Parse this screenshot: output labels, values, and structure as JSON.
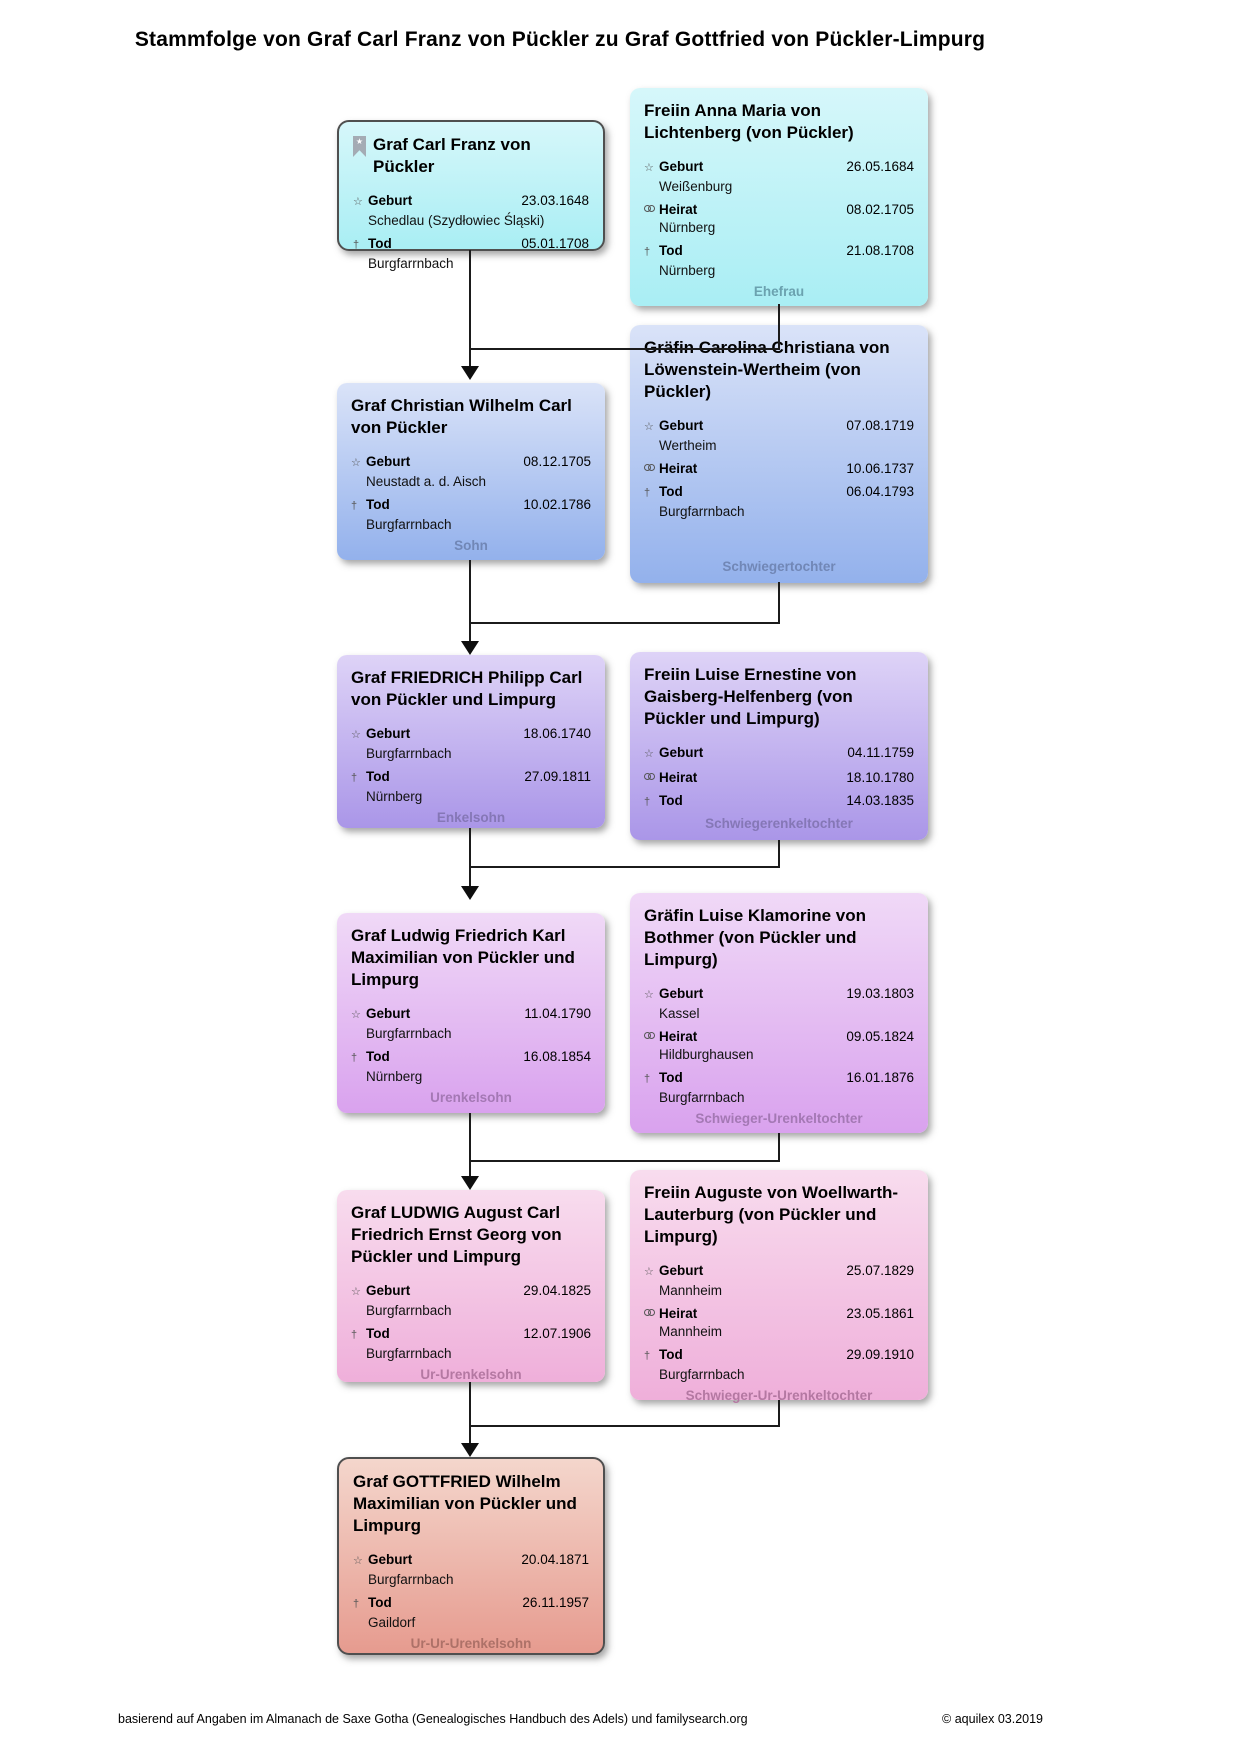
{
  "title": "Stammfolge von Graf Carl Franz von Pückler zu Graf Gottfried von Pückler-Limpurg",
  "labels": {
    "geburt": "Geburt",
    "heirat": "Heirat",
    "tod": "Tod"
  },
  "icons": {
    "geburt_star": "☆",
    "tod_cross": "†",
    "bookmark_star": "★"
  },
  "colors": {
    "gen1": {
      "top": "#d6f7fa",
      "bottom": "#a9eef4",
      "label": "#6ba2af"
    },
    "gen2": {
      "top": "#dae3f8",
      "bottom": "#93b1ec",
      "label": "#7187b6"
    },
    "gen3": {
      "top": "#ded3f7",
      "bottom": "#aa96e8",
      "label": "#8577b6"
    },
    "gen4": {
      "top": "#f0d9f7",
      "bottom": "#d9a2ee",
      "label": "#a478b4"
    },
    "gen5": {
      "top": "#f8dcee",
      "bottom": "#efafda",
      "label": "#b478a2"
    },
    "gen6": {
      "top": "#f4d6cc",
      "bottom": "#e69b8f",
      "label": "#ad7168"
    }
  },
  "boxes": {
    "p1l": {
      "title": "Graf Carl Franz von Pückler",
      "birth_date": "23.03.1648",
      "birth_place": "Schedlau (Szydłowiec Śląski)",
      "death_date": "05.01.1708",
      "death_place": "Burgfarrnbach"
    },
    "p1r": {
      "title": "Freiin Anna Maria von Lichtenberg (von Pückler)",
      "birth_date": "26.05.1684",
      "birth_place": "Weißenburg",
      "marriage_date": "08.02.1705",
      "marriage_place": "Nürnberg",
      "death_date": "21.08.1708",
      "death_place": "Nürnberg",
      "relation": "Ehefrau"
    },
    "p2l": {
      "title": "Graf Christian Wilhelm Carl von Pückler",
      "birth_date": "08.12.1705",
      "birth_place": "Neustadt a. d. Aisch",
      "death_date": "10.02.1786",
      "death_place": "Burgfarrnbach",
      "relation": "Sohn"
    },
    "p2r": {
      "title": "Gräfin Carolina Christiana von Löwenstein-Wertheim (von Pückler)",
      "birth_date": "07.08.1719",
      "birth_place": "Wertheim",
      "marriage_date": "10.06.1737",
      "death_date": "06.04.1793",
      "death_place": "Burgfarrnbach",
      "relation": "Schwiegertochter"
    },
    "p3l": {
      "title": "Graf FRIEDRICH Philipp Carl von Pückler und Limpurg",
      "birth_date": "18.06.1740",
      "birth_place": "Burgfarrnbach",
      "death_date": "27.09.1811",
      "death_place": "Nürnberg",
      "relation": "Enkelsohn"
    },
    "p3r": {
      "title": "Freiin Luise Ernestine von Gaisberg-Helfenberg (von Pückler und Limpurg)",
      "birth_date": "04.11.1759",
      "marriage_date": "18.10.1780",
      "death_date": "14.03.1835",
      "relation": "Schwiegerenkeltochter"
    },
    "p4l": {
      "title": "Graf Ludwig Friedrich Karl Maximilian von Pückler und Limpurg",
      "birth_date": "11.04.1790",
      "birth_place": "Burgfarrnbach",
      "death_date": "16.08.1854",
      "death_place": "Nürnberg",
      "relation": "Urenkelsohn"
    },
    "p4r": {
      "title": "Gräfin Luise Klamorine von Bothmer (von Pückler und Limpurg)",
      "birth_date": "19.03.1803",
      "birth_place": "Kassel",
      "marriage_date": "09.05.1824",
      "marriage_place": "Hildburghausen",
      "death_date": "16.01.1876",
      "death_place": "Burgfarrnbach",
      "relation": "Schwieger-Urenkeltochter"
    },
    "p5l": {
      "title": "Graf LUDWIG August Carl Friedrich Ernst Georg von Pückler und Limpurg",
      "birth_date": "29.04.1825",
      "birth_place": "Burgfarrnbach",
      "death_date": "12.07.1906",
      "death_place": "Burgfarrnbach",
      "relation": "Ur-Urenkelsohn"
    },
    "p5r": {
      "title": "Freiin Auguste von Woellwarth-Lauterburg (von Pückler und Limpurg)",
      "birth_date": "25.07.1829",
      "birth_place": "Mannheim",
      "marriage_date": "23.05.1861",
      "marriage_place": "Mannheim",
      "death_date": "29.09.1910",
      "death_place": "Burgfarrnbach",
      "relation": "Schwieger-Ur-Urenkeltochter"
    },
    "p6": {
      "title": "Graf GOTTFRIED Wilhelm Maximilian von Pückler und Limpurg",
      "birth_date": "20.04.1871",
      "birth_place": "Burgfarrnbach",
      "death_date": "26.11.1957",
      "death_place": "Gaildorf",
      "relation": "Ur-Ur-Urenkelsohn"
    }
  },
  "footer": {
    "left": "basierend auf Angaben im Almanach de Saxe Gotha (Genealogisches Handbuch des Adels) und familysearch.org",
    "right": "© aquilex 03.2019"
  }
}
